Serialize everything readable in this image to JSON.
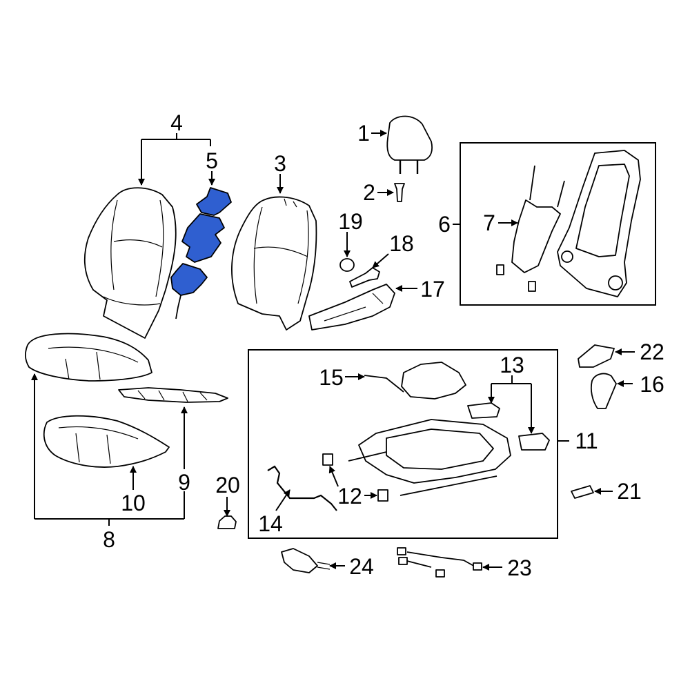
{
  "highlight_color": "#2f5fd0",
  "callouts": {
    "c1": "1",
    "c2": "2",
    "c3": "3",
    "c4": "4",
    "c5": "5",
    "c6": "6",
    "c7": "7",
    "c8": "8",
    "c9": "9",
    "c10": "10",
    "c11": "11",
    "c12": "12",
    "c13": "13",
    "c14": "14",
    "c15": "15",
    "c16": "16",
    "c17": "17",
    "c18": "18",
    "c19": "19",
    "c20": "20",
    "c21": "21",
    "c22": "22",
    "c23": "23",
    "c24": "24"
  }
}
